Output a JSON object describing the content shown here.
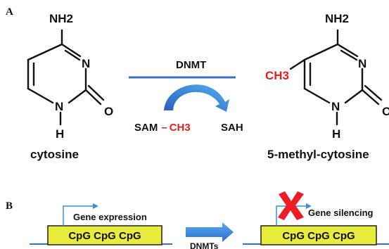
{
  "panel_a": {
    "label": "A",
    "cytosine": {
      "amine": "NH2",
      "n_top": "N",
      "n_bottom": "N",
      "hydrogen": "H",
      "oxygen": "O",
      "name": "cytosine"
    },
    "reaction": {
      "enzyme": "DNMT",
      "donor": "SAM",
      "dash": "–",
      "methyl": "CH3",
      "product": "SAH"
    },
    "methylcytosine": {
      "amine": "NH2",
      "methyl": "CH3",
      "n_top": "N",
      "n_bottom": "N",
      "hydrogen": "H",
      "oxygen": "O",
      "name": "5-methyl-cytosine"
    }
  },
  "panel_b": {
    "label": "B",
    "left": {
      "annotation": "Gene expression",
      "box_text": "CpG CpG CpG"
    },
    "arrow_label": "DNMTs",
    "right": {
      "annotation": "Gene silencing",
      "box_text": "CpG CpG CpG"
    }
  },
  "colors": {
    "methyl": "#e0201e",
    "arrow_blue": "#3d8fe0",
    "line_blue": "#3a6fc0",
    "cpg_box": "#e8ec3c",
    "cross_red": "#ee1c24"
  }
}
